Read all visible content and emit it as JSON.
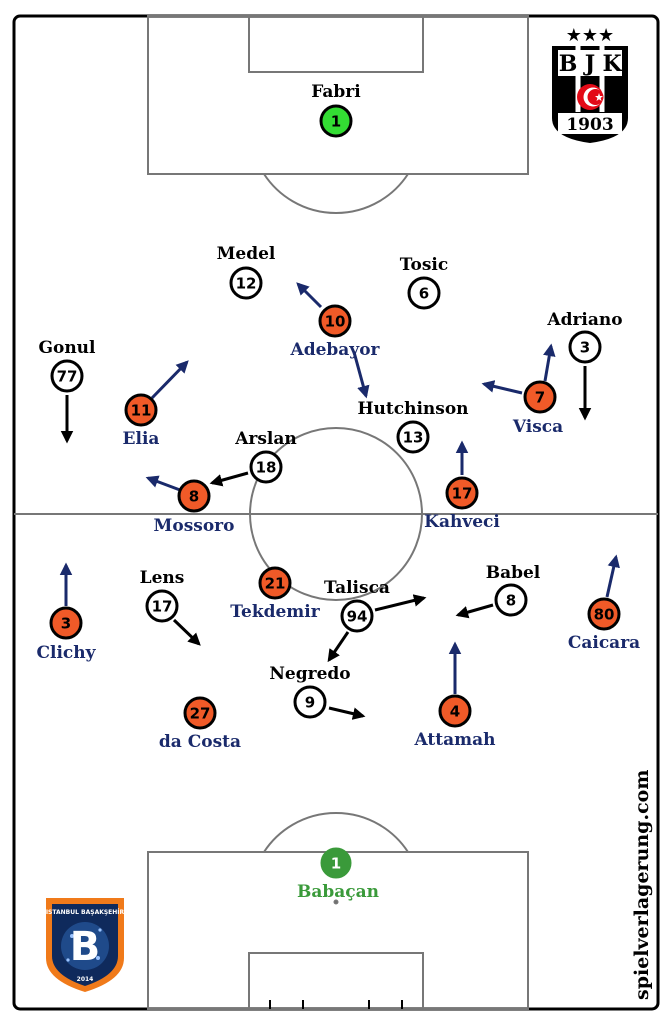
{
  "colors": {
    "home_fill": "#ffffff",
    "away_fill": "#f05a28",
    "home_text": "#000000",
    "away_text": "#1a2a6b",
    "arrow_home": "#000000",
    "arrow_away": "#1a2a6b",
    "gk_top": "#33dd33",
    "gk_bottom": "#3a9a3a"
  },
  "watermark": "spielverlagerung.com",
  "crest_top": {
    "letters": [
      "B",
      "J",
      "K"
    ],
    "year": "1903",
    "stars": "★★★",
    "icon": "besiktas-crest-icon"
  },
  "crest_bottom": {
    "arc_text": "ISTANBUL BAŞAKŞEHİR",
    "letter": "B",
    "year": "2014",
    "icon": "basaksehir-crest-icon"
  },
  "players": [
    {
      "id": "fabri",
      "team": "gk-top",
      "num": "1",
      "name": "Fabri"
    },
    {
      "id": "medel",
      "team": "home",
      "num": "12",
      "name": "Medel"
    },
    {
      "id": "tosic",
      "team": "home",
      "num": "6",
      "name": "Tosic"
    },
    {
      "id": "adebayor",
      "team": "away",
      "num": "10",
      "name": "Adebayor"
    },
    {
      "id": "adriano",
      "team": "home",
      "num": "3",
      "name": "Adriano"
    },
    {
      "id": "gonul",
      "team": "home",
      "num": "77",
      "name": "Gonul"
    },
    {
      "id": "elia",
      "team": "away",
      "num": "11",
      "name": "Elia"
    },
    {
      "id": "visca",
      "team": "away",
      "num": "7",
      "name": "Visca"
    },
    {
      "id": "hutchinson",
      "team": "home",
      "num": "13",
      "name": "Hutchinson"
    },
    {
      "id": "arslan",
      "team": "home",
      "num": "18",
      "name": "Arslan"
    },
    {
      "id": "mossoro",
      "team": "away",
      "num": "8",
      "name": "Mossoro"
    },
    {
      "id": "kahveci",
      "team": "away",
      "num": "17",
      "name": "Kahveci"
    },
    {
      "id": "clichy",
      "team": "away",
      "num": "3",
      "name": "Clichy"
    },
    {
      "id": "lens",
      "team": "home",
      "num": "17",
      "name": "Lens"
    },
    {
      "id": "tekdemir",
      "team": "away",
      "num": "21",
      "name": "Tekdemir"
    },
    {
      "id": "talisca",
      "team": "home",
      "num": "94",
      "name": "Talisca"
    },
    {
      "id": "babel",
      "team": "home",
      "num": "8",
      "name": "Babel"
    },
    {
      "id": "caicara",
      "team": "away",
      "num": "80",
      "name": "Caicara"
    },
    {
      "id": "negredo",
      "team": "home",
      "num": "9",
      "name": "Negredo"
    },
    {
      "id": "dacosta",
      "team": "away",
      "num": "27",
      "name": "da Costa"
    },
    {
      "id": "attamah",
      "team": "away",
      "num": "4",
      "name": "Attamah"
    },
    {
      "id": "babacan",
      "team": "gk-bottom",
      "num": "1",
      "name": "Babaçan"
    }
  ]
}
